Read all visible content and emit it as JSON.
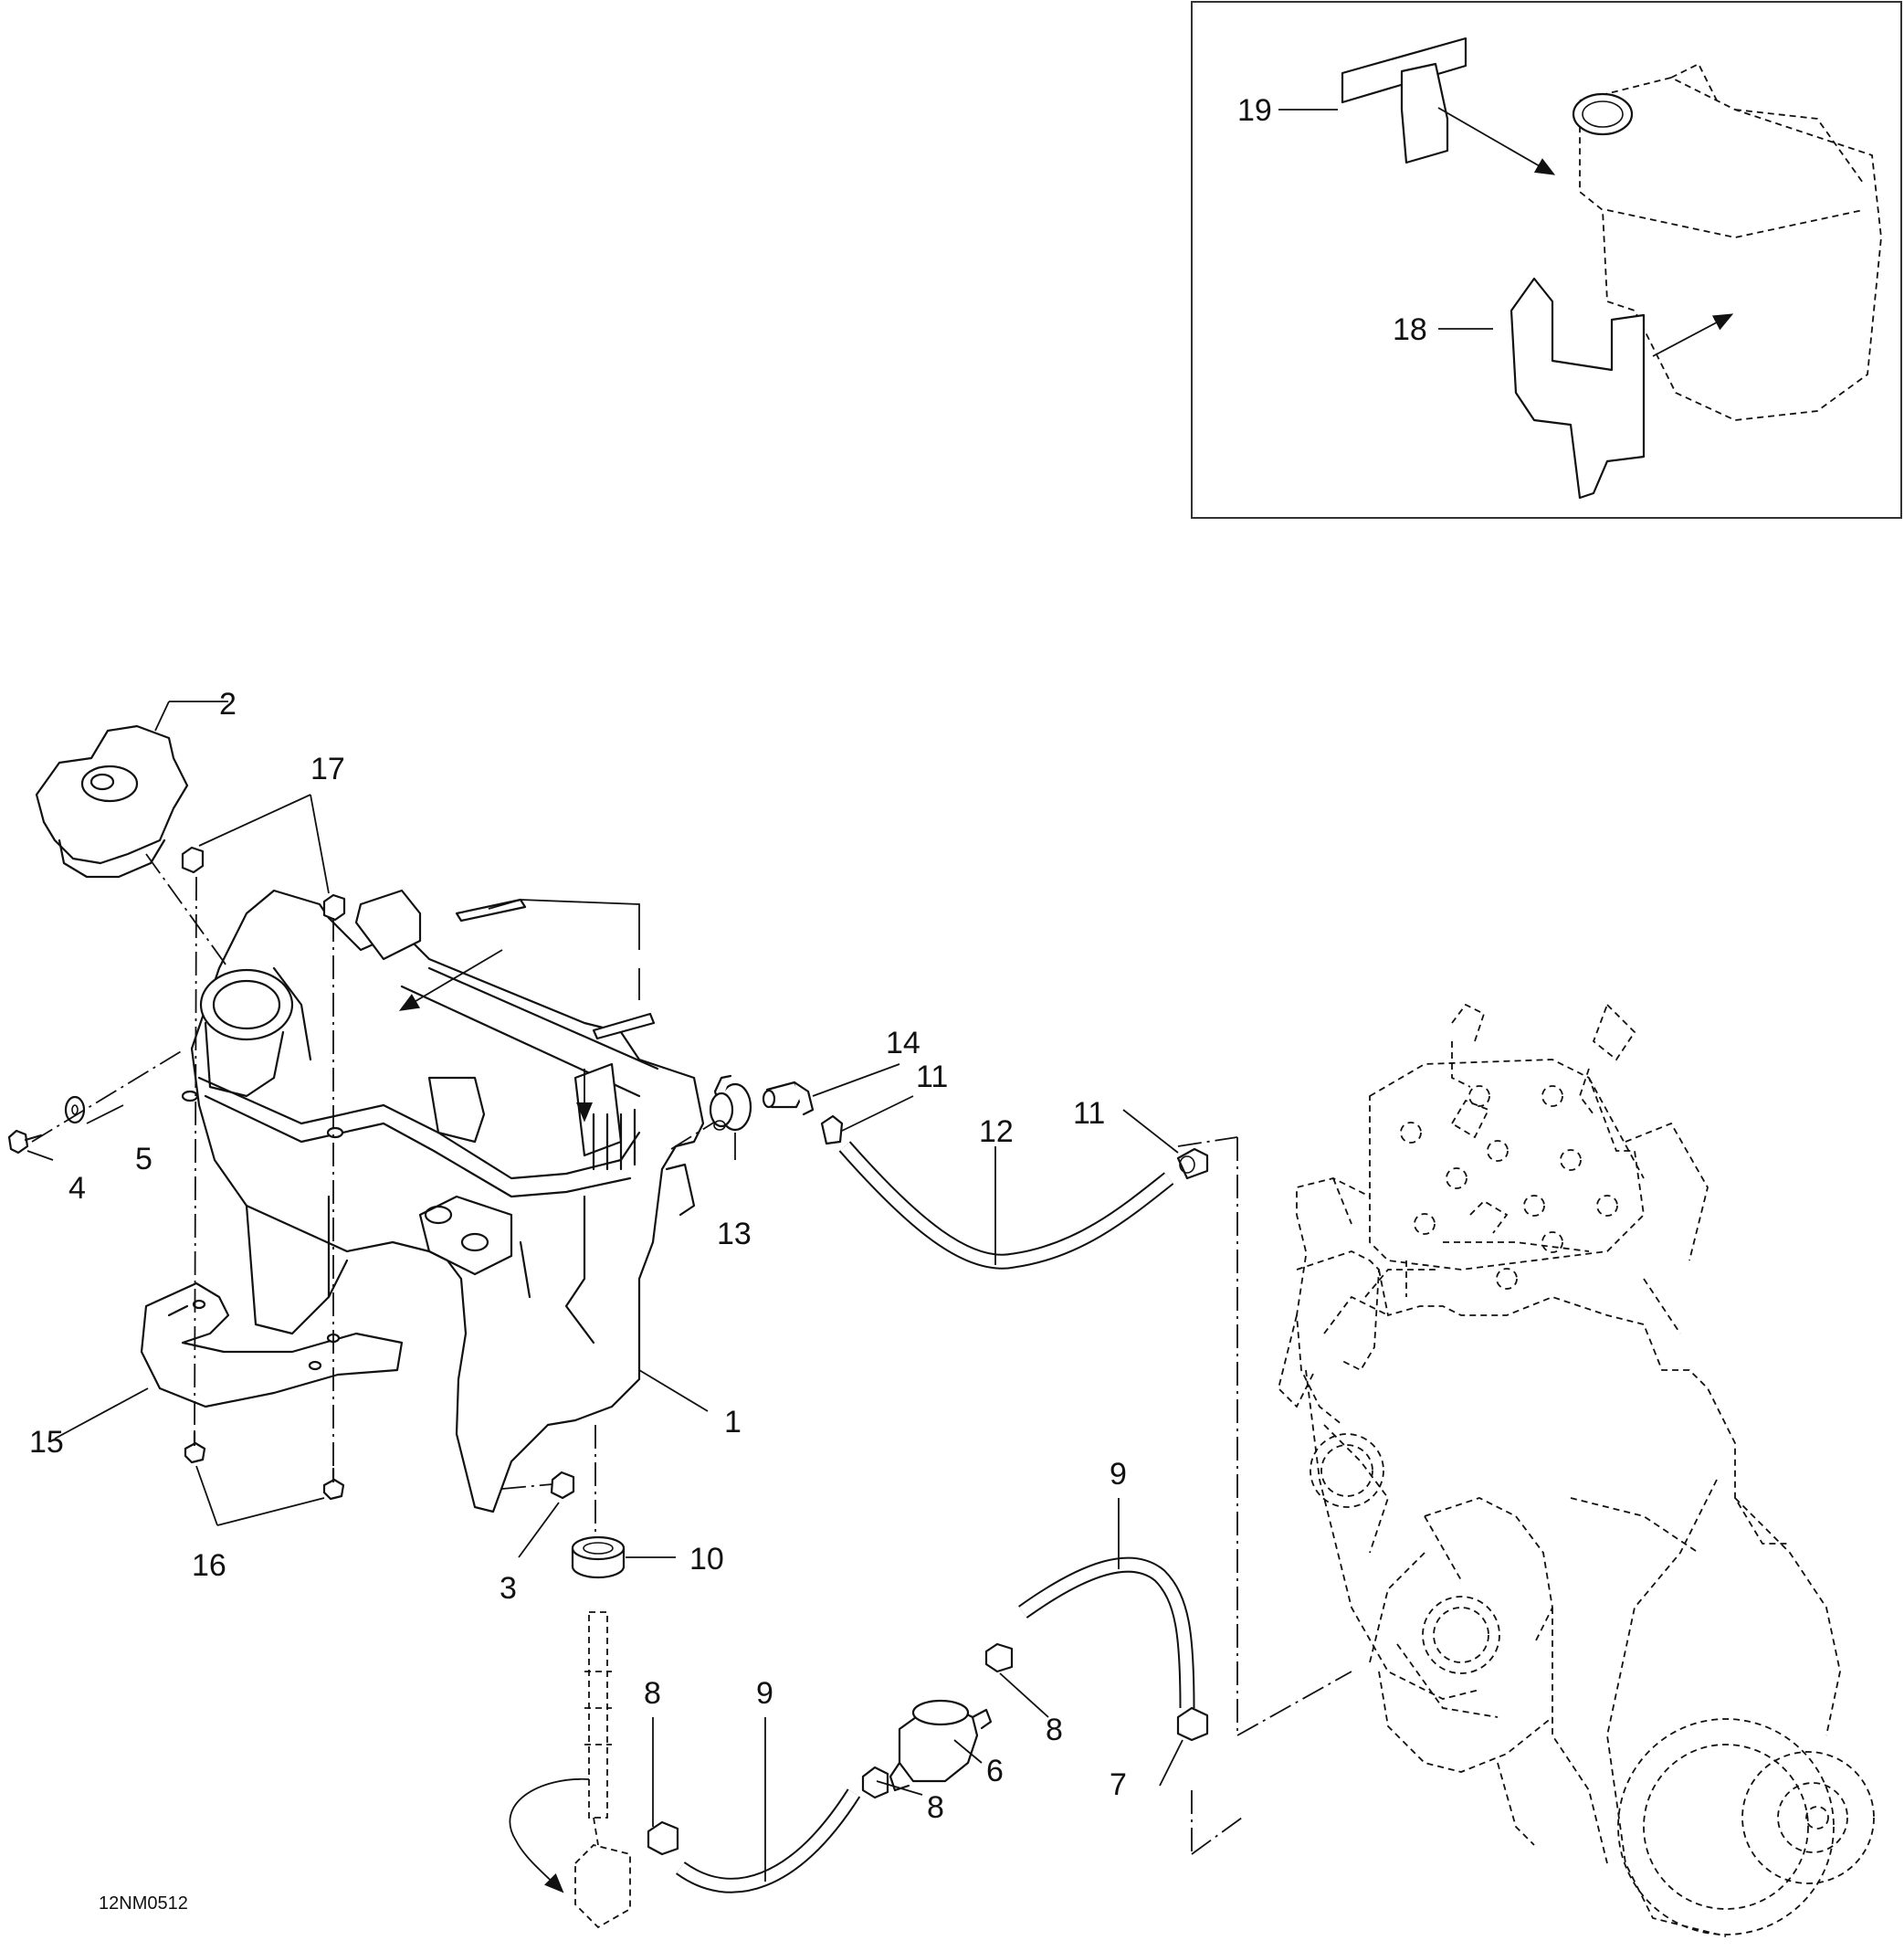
{
  "callouts": {
    "c1": "1",
    "c2": "2",
    "c3": "3",
    "c4": "4",
    "c5": "5",
    "c6": "6",
    "c7": "7",
    "c8a": "8",
    "c8b": "8",
    "c8c": "8",
    "c9a": "9",
    "c9b": "9",
    "c10": "10",
    "c11a": "11",
    "c11b": "11",
    "c12": "12",
    "c13": "13",
    "c14": "14",
    "c15": "15",
    "c16": "16",
    "c17": "17",
    "c18": "18",
    "c19": "19"
  },
  "figure_code": "12NM0512"
}
